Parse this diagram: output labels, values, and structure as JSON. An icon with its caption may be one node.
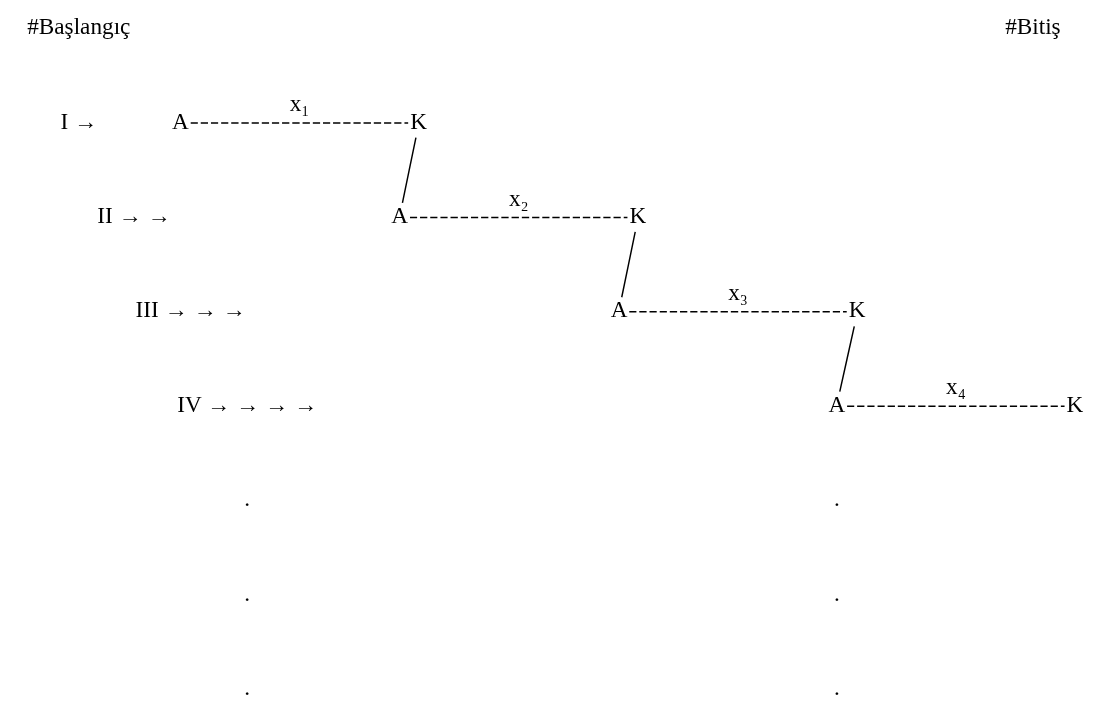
{
  "diagram": {
    "nodes": [
      {
        "text": [
          "A"
        ]
      },
      {
        "text": [
          "K"
        ]
      },
      {
        "text": [
          "A"
        ]
      },
      {
        "text": [
          "K"
        ]
      },
      {
        "text": [
          "A"
        ]
      },
      {
        "text": [
          "K"
        ]
      },
      {
        "text": [
          "A"
        ]
      },
      {
        "text": [
          "K"
        ]
      }
    ],
    "edges": [
      {
        "from": 0,
        "to": 1,
        "arrow": "none",
        "style": "dashed",
        "label": "x₁"
      },
      {
        "from": 1,
        "to": 2,
        "arrow": "none"
      },
      {
        "from": 2,
        "to": 3,
        "arrow": "none",
        "style": "dashed",
        "label": "x₂"
      },
      {
        "from": 3,
        "to": 4,
        "arrow": "none"
      },
      {
        "from": 4,
        "to": 5,
        "arrow": "none",
        "style": "dashed",
        "label": "x₃"
      },
      {
        "from": 5,
        "to": 6,
        "arrow": "none"
      },
      {
        "from": 6,
        "to": 7,
        "arrow": "none",
        "style": "dashed",
        "label": "x₄"
      }
    ],
    "labels": [
      "#Başlangıç",
      "#Bitiş",
      "I →",
      "II → →",
      "III → → →",
      "IV → → → →",
      ".",
      ".",
      ".",
      ".",
      ".",
      "."
    ]
  }
}
